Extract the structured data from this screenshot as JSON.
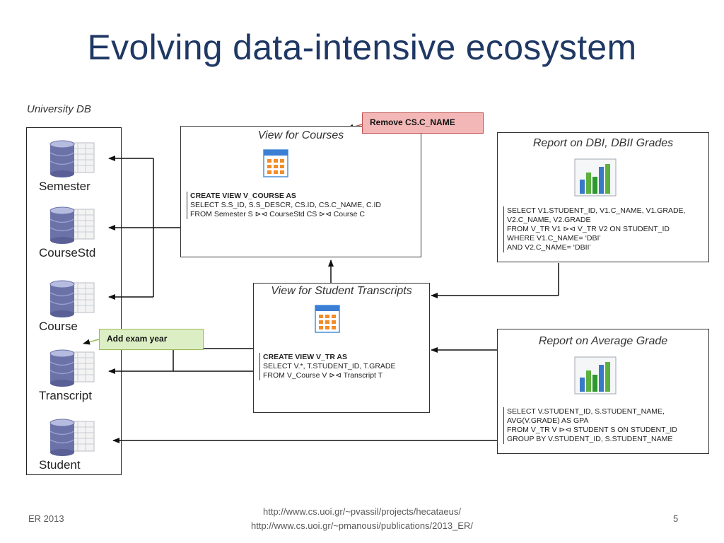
{
  "title": "Evolving data-intensive ecosystem",
  "db_label": "University DB",
  "tables": [
    "Semester",
    "CourseStd",
    "Course",
    "Transcript",
    "Student"
  ],
  "callouts": {
    "remove": "Remove CS.C_NAME",
    "add": "Add exam year"
  },
  "view_courses": {
    "title": "View for Courses",
    "sql": [
      "CREATE VIEW V_COURSE AS",
      "SELECT S.S_ID, S.S_DESCR, CS.ID, CS.C_NAME, C.ID",
      "FROM Semester S ⊳⊲ CourseStd CS ⊳⊲  Course C"
    ]
  },
  "view_transcripts": {
    "title": "View for Student Transcripts",
    "sql": [
      "CREATE VIEW V_TR AS",
      "SELECT V.*, T.STUDENT_ID, T.GRADE",
      "FROM V_Course V ⊳⊲ Transcript T"
    ]
  },
  "report_dbi": {
    "title": "Report on DBI, DBII Grades",
    "sql": [
      "SELECT V1.STUDENT_ID, V1.C_NAME, V1.GRADE,",
      "V2.C_NAME, V2.GRADE",
      "FROM V_TR V1 ⊳⊲ V_TR V2 ON STUDENT_ID",
      "WHERE V1.C_NAME= ‘DBI’",
      "AND V2.C_NAME= ‘DBII’"
    ]
  },
  "report_avg": {
    "title": "Report on Average Grade",
    "sql": [
      "SELECT V.STUDENT_ID, S.STUDENT_NAME,",
      "AVG(V.GRADE) AS GPA",
      "FROM V_TR V ⊳⊲ STUDENT S ON STUDENT_ID",
      "GROUP BY V.STUDENT_ID, S.STUDENT_NAME"
    ]
  },
  "footer": {
    "left": "ER 2013",
    "center_1": "http://www.cs.uoi.gr/~pvassil/projects/hecataeus/",
    "center_2": "http://www.cs.uoi.gr/~pmanousi/publications/2013_ER/",
    "right": "5"
  },
  "colors": {
    "title": "#1f3864",
    "remove_fill": "#f4b7b7",
    "remove_border": "#c0504d",
    "add_fill": "#dcefc4",
    "add_border": "#9bbb59"
  }
}
